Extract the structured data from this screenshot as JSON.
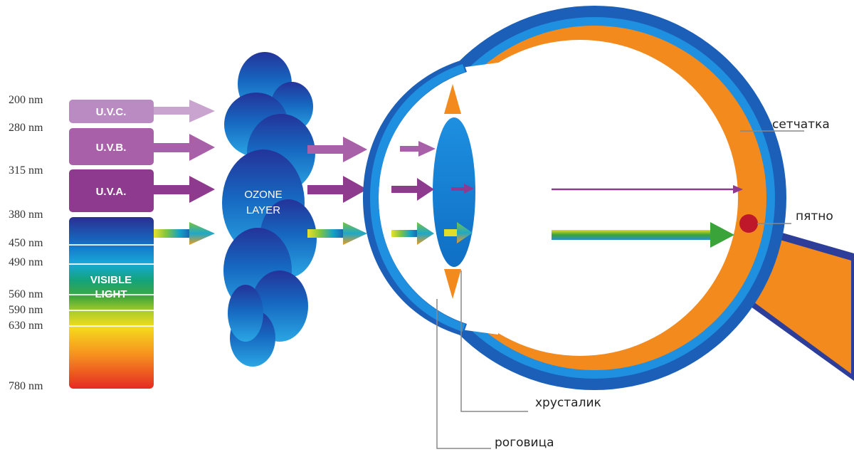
{
  "wavelength_scale": [
    "200 nm",
    "280 nm",
    "315 nm",
    "380 nm",
    "450 nm",
    "490 nm",
    "560 nm",
    "590 nm",
    "630 nm",
    "780 nm"
  ],
  "bands": {
    "uvc": "U.V.C.",
    "uvb": "U.V.B.",
    "uva": "U.V.A.",
    "visible_line1": "VISIBLE",
    "visible_line2": "LIGHT"
  },
  "ozone": {
    "line1": "OZONE",
    "line2": "LAYER"
  },
  "eye_labels": {
    "retina": "сетчатка",
    "macula": "пятно",
    "lens": "хрусталик",
    "cornea": "роговица"
  },
  "colors": {
    "uvc": "#b98bc2",
    "uvb": "#a860a8",
    "uva": "#8e3a8e",
    "eye_blue": "#1f7fcf",
    "eye_orange": "#f28a1e",
    "macula": "#c0182b"
  }
}
